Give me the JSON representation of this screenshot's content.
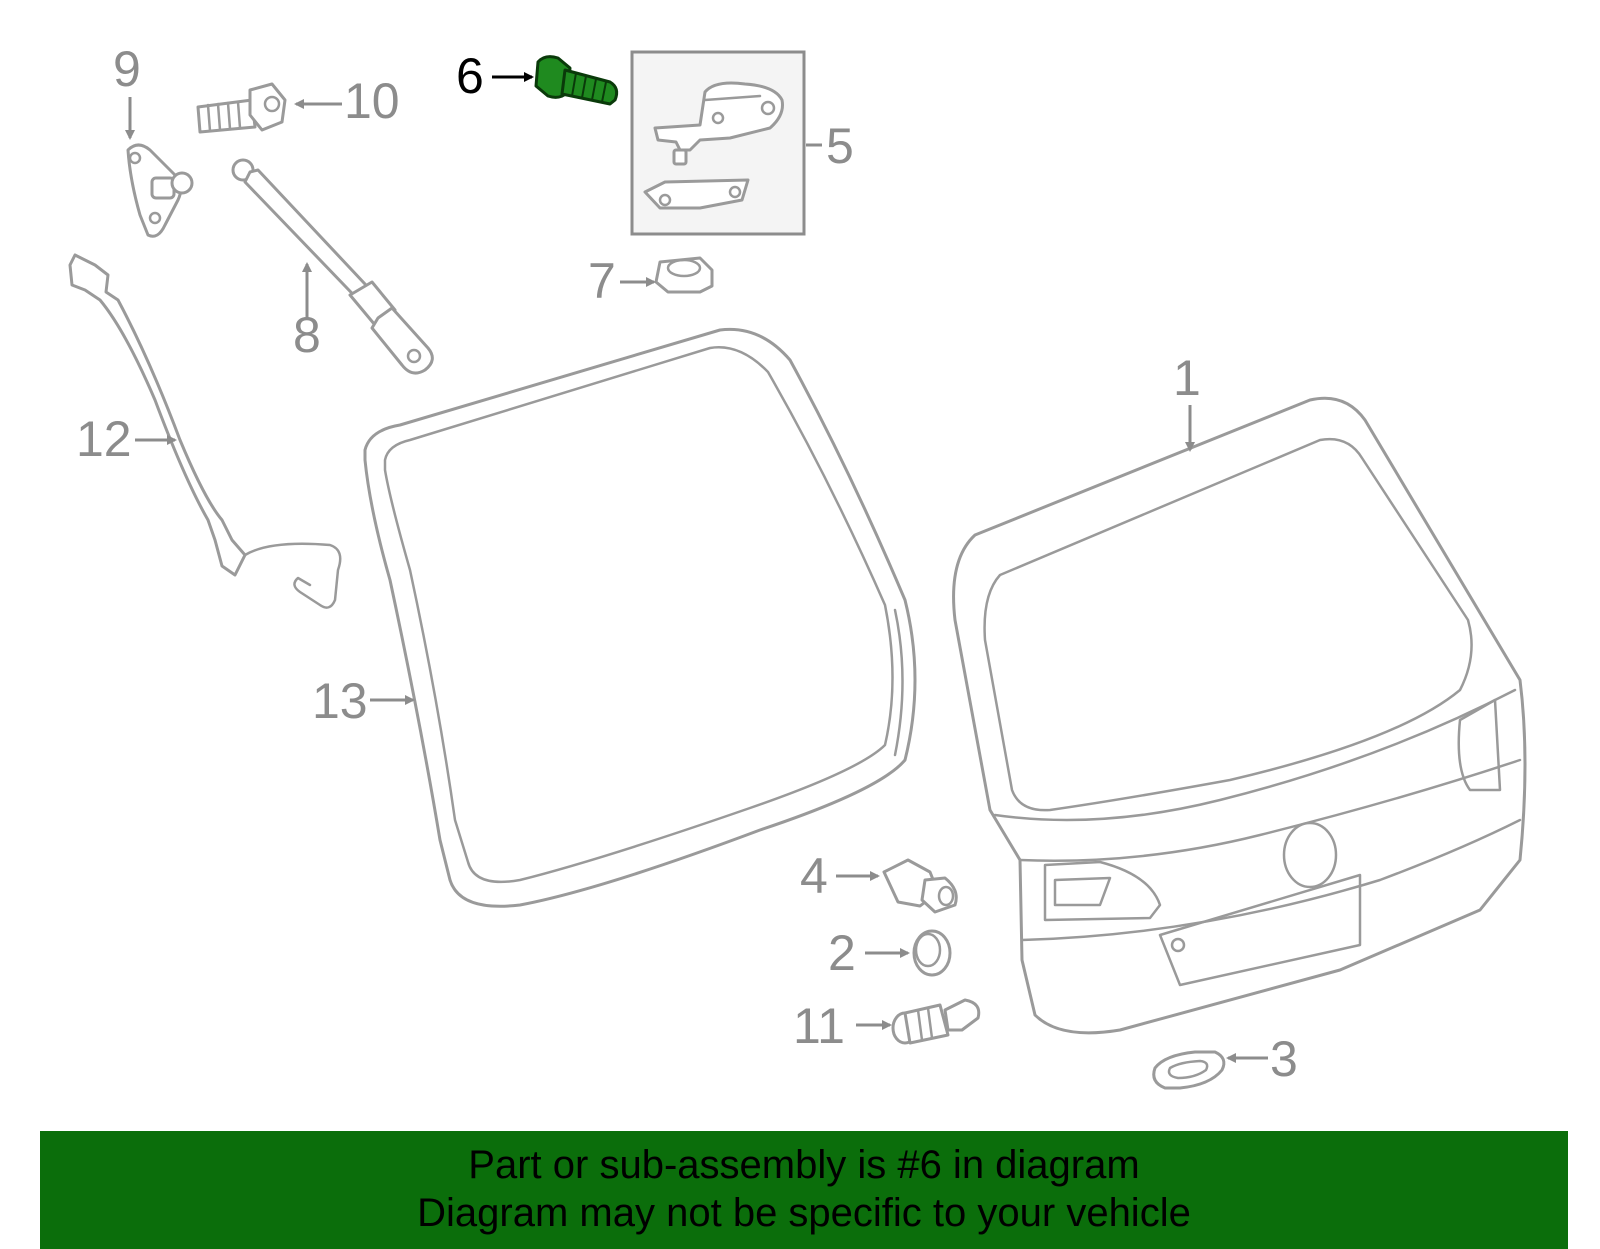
{
  "callouts": {
    "c1": "1",
    "c2": "2",
    "c3": "3",
    "c4": "4",
    "c5": "5",
    "c6": "6",
    "c7": "7",
    "c8": "8",
    "c9": "9",
    "c10": "10",
    "c11": "11",
    "c12": "12",
    "c13": "13"
  },
  "highlight": {
    "part_number": "6",
    "color": "#1f8a1f"
  },
  "banner": {
    "line1": "Part or sub-assembly is #6 in diagram",
    "line2": "Diagram may not be specific to your vehicle",
    "background": "#0b6e0b"
  }
}
